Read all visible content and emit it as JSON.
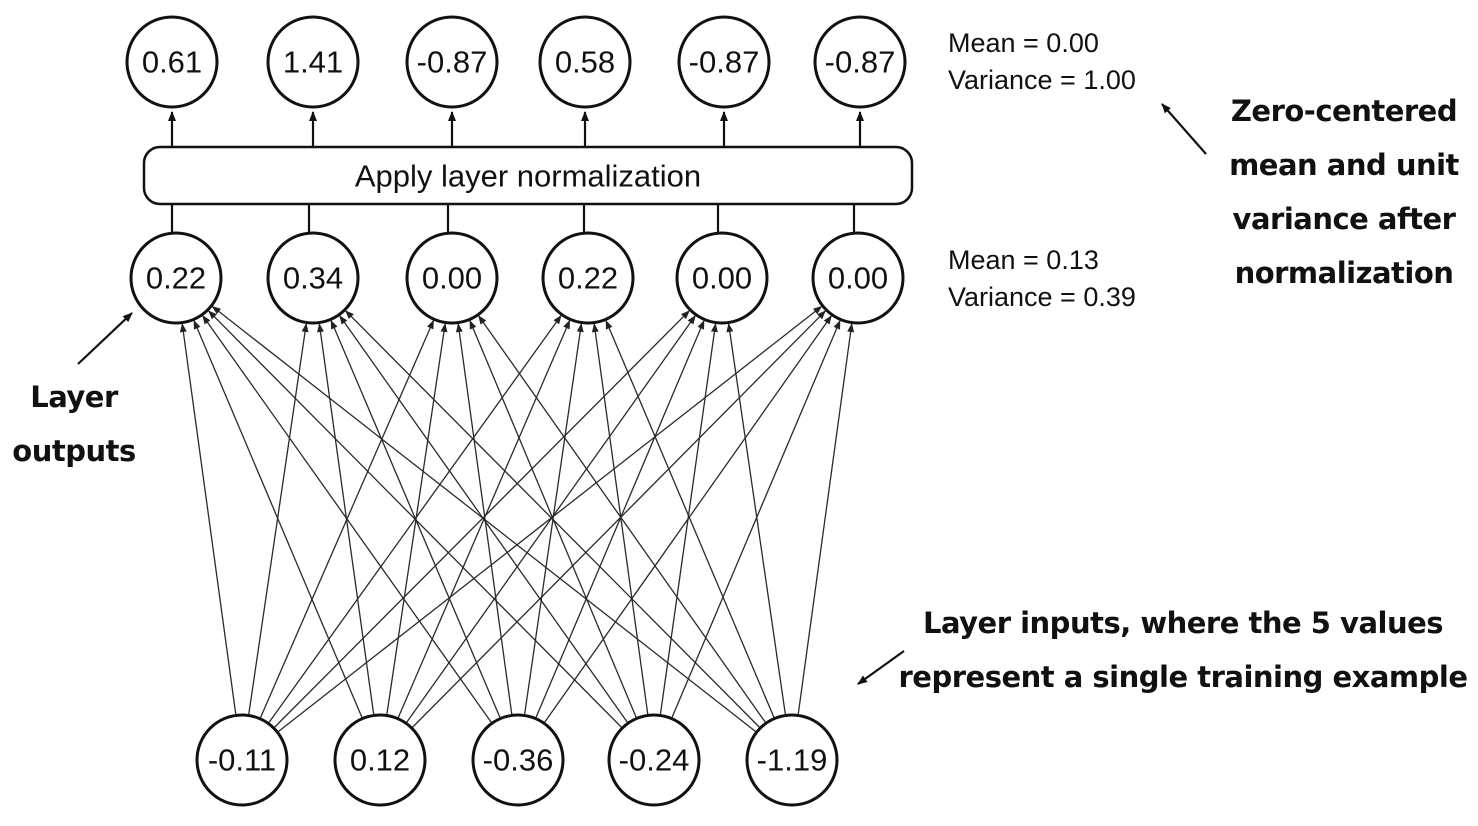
{
  "outputs_after_norm": [
    "0.61",
    "1.41",
    "-0.87",
    "0.58",
    "-0.87",
    "-0.87"
  ],
  "layer_outputs": [
    "0.22",
    "0.34",
    "0.00",
    "0.22",
    "0.00",
    "0.00"
  ],
  "layer_inputs": [
    "-0.11",
    "0.12",
    "-0.36",
    "-0.24",
    "-1.19"
  ],
  "norm_box_label": "Apply layer normalization",
  "stats_after": {
    "mean": "Mean = 0.00",
    "variance": "Variance = 1.00"
  },
  "stats_before": {
    "mean": "Mean = 0.13",
    "variance": "Variance = 0.39"
  },
  "annotations": {
    "zero_centered": [
      "Zero-centered",
      "mean and unit",
      "variance after",
      "normalization"
    ],
    "layer_outputs": [
      "Layer",
      "outputs"
    ],
    "layer_inputs": [
      "Layer inputs, where the 5 values",
      "represent a single training example"
    ]
  },
  "colors": {
    "stroke": "#111111",
    "background": "#ffffff"
  }
}
